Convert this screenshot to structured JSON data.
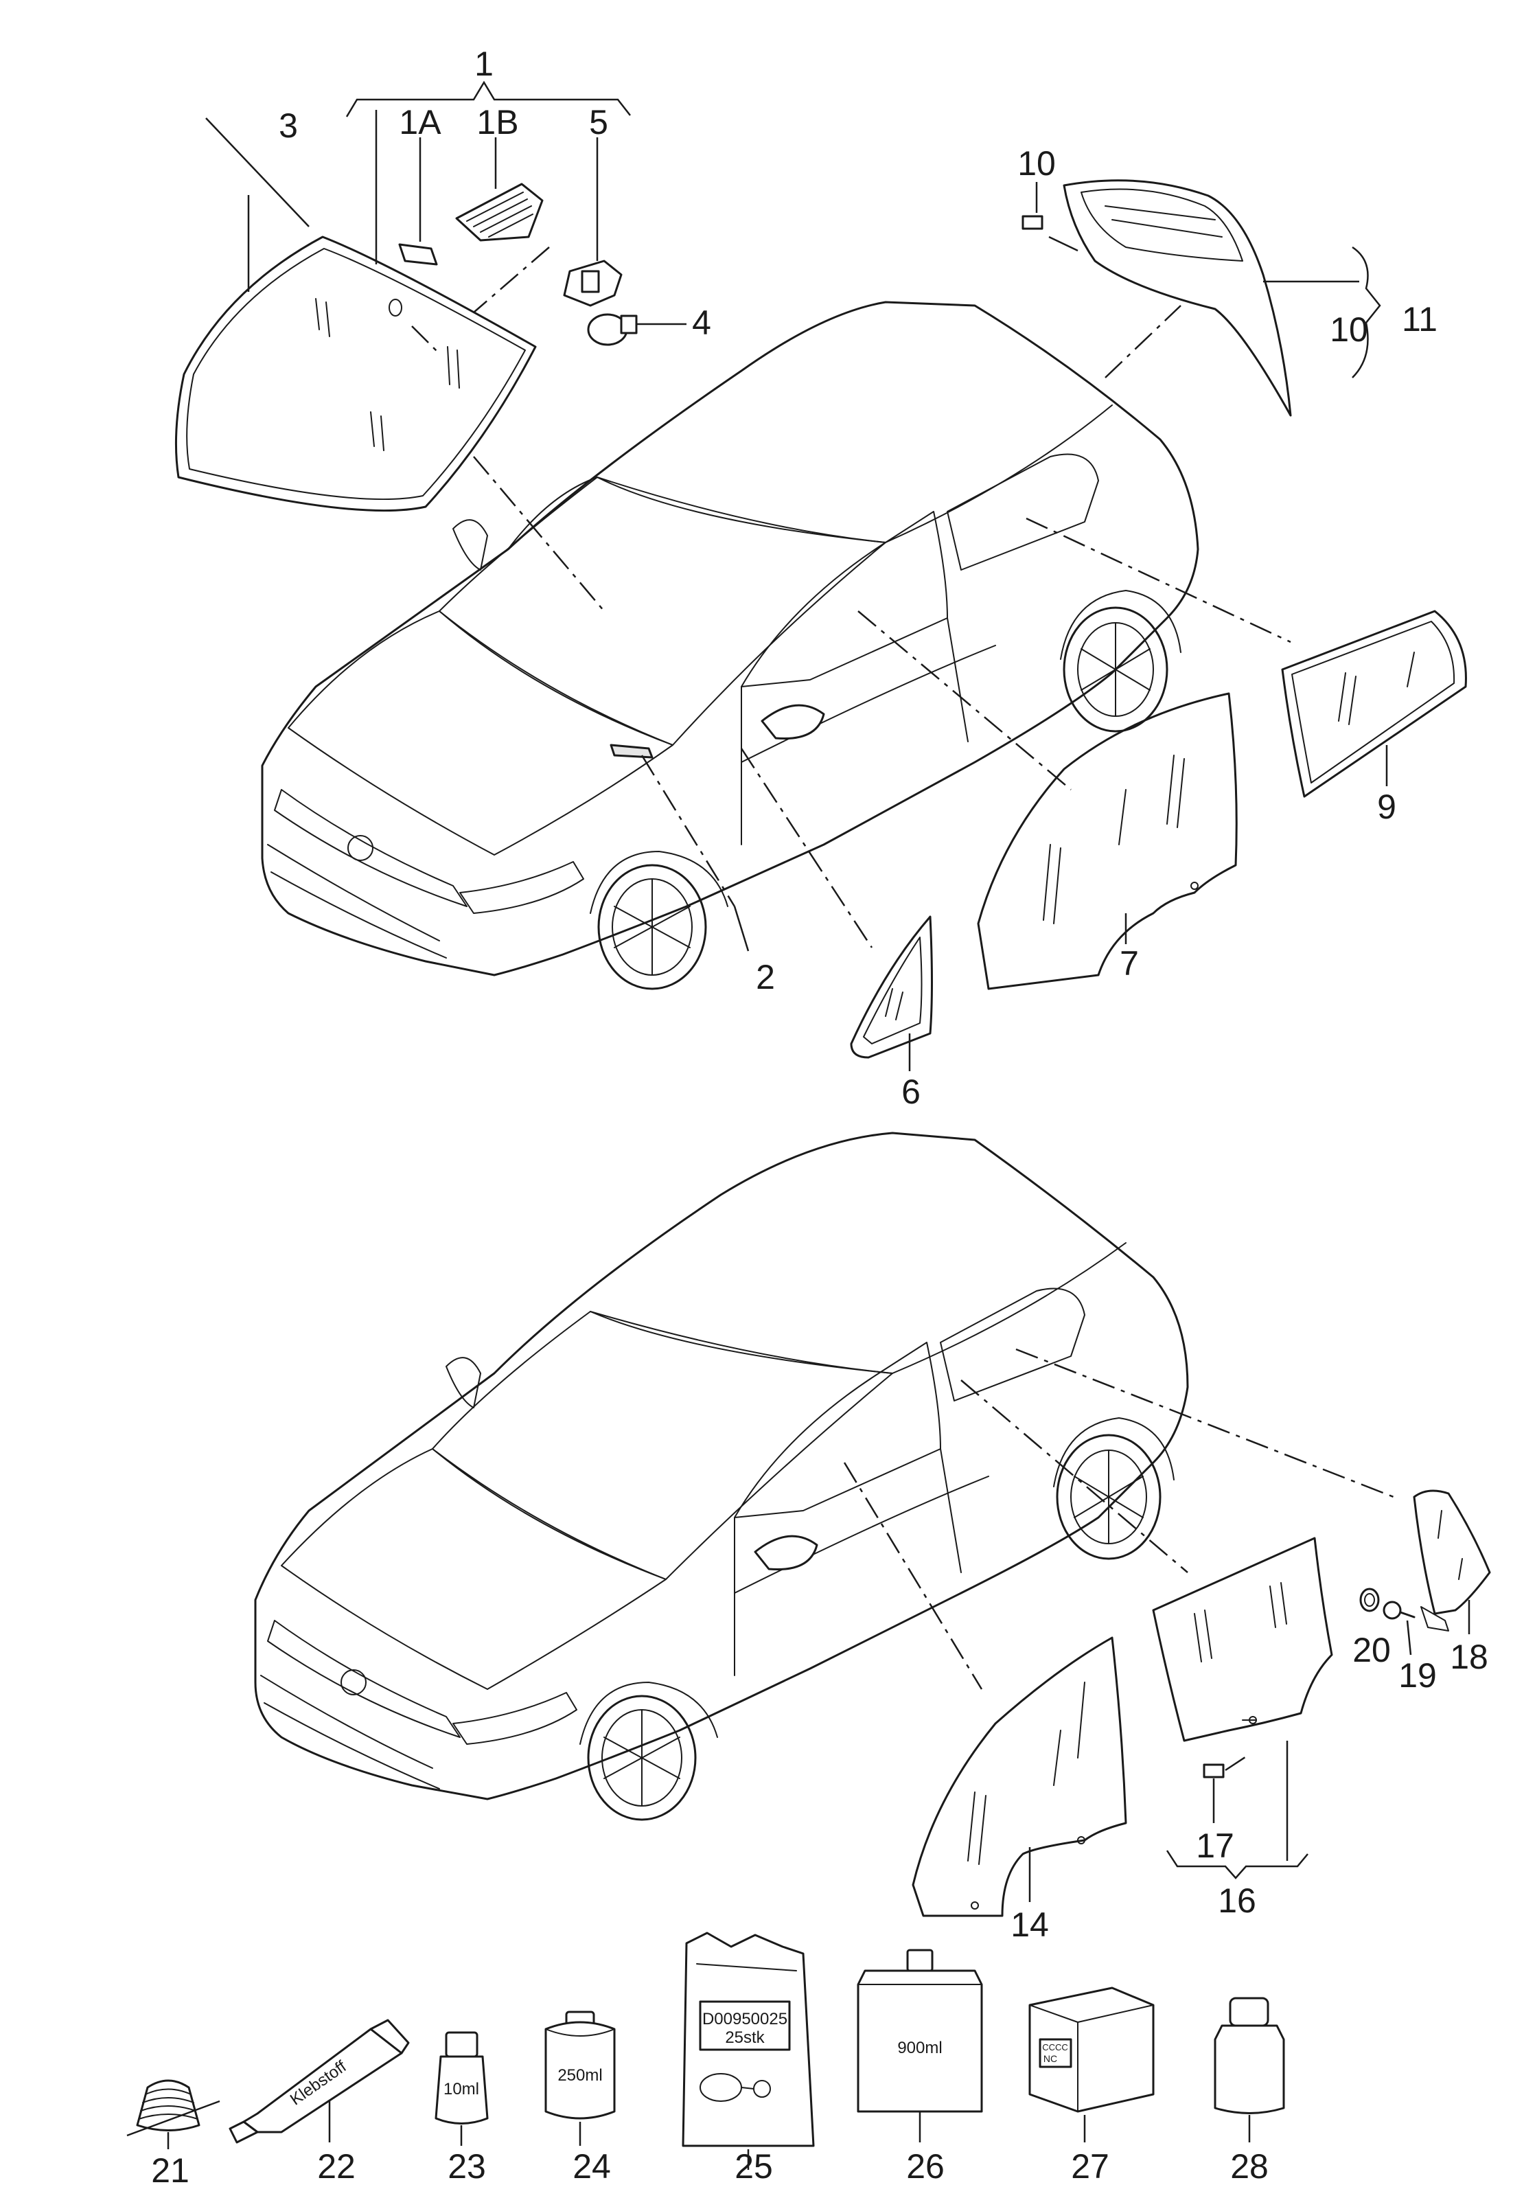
{
  "callouts": {
    "c1": "1",
    "c1a": "1A",
    "c1b": "1B",
    "c2": "2",
    "c3": "3",
    "c4": "4",
    "c5": "5",
    "c6": "6",
    "c7": "7",
    "c9": "9",
    "c10a": "10",
    "c10b": "10",
    "c11": "11",
    "c14": "14",
    "c16": "16",
    "c17": "17",
    "c18": "18",
    "c19": "19",
    "c20": "20",
    "c21": "21",
    "c22": "22",
    "c23": "23",
    "c24": "24",
    "c25": "25",
    "c26": "26",
    "c27": "27",
    "c28": "28"
  },
  "product_labels": {
    "tube": "Klebstoff",
    "bottle_small": "10ml",
    "can": "250ml",
    "bag_line1": "D00950025",
    "bag_line2": "25stk",
    "jug": "900ml",
    "box_line1": "CCCC",
    "box_line2": "NC"
  }
}
